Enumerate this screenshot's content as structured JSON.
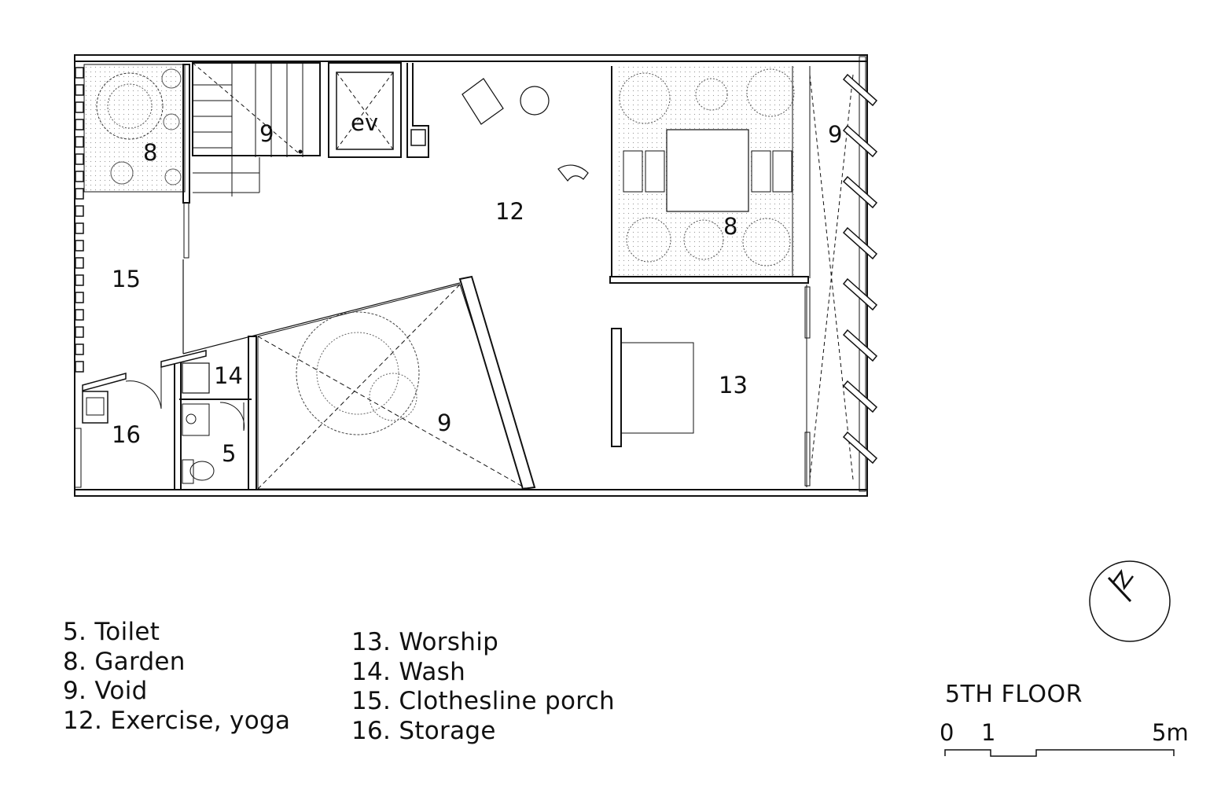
{
  "plan": {
    "title": "5TH FLOOR",
    "rooms": {
      "garden_nw": "8",
      "stair_void": "9",
      "elevator": "ev",
      "exercise": "12",
      "garden_ne": "8",
      "void_east": "9",
      "porch": "15",
      "wash": "14",
      "void_center": "9",
      "worship": "13",
      "storage": "16",
      "toilet": "5"
    }
  },
  "legend": {
    "col1": [
      "5. Toilet",
      "8. Garden",
      "9. Void",
      "12. Exercise, yoga"
    ],
    "col2": [
      "13. Worship",
      "14. Wash",
      "15. Clothesline porch",
      "16. Storage"
    ]
  },
  "scale": {
    "zero": "0",
    "one": "1",
    "five": "5m"
  },
  "north": {
    "label": "N"
  }
}
